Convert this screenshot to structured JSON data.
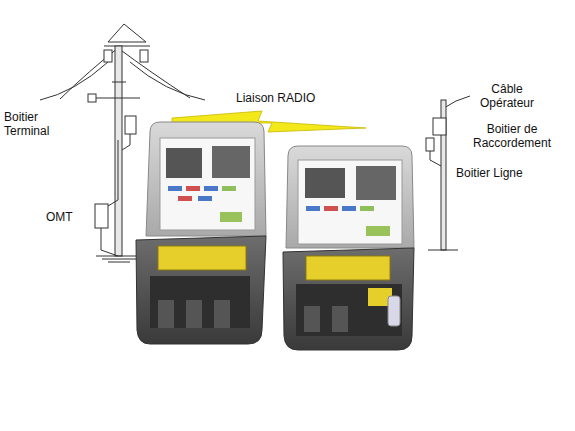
{
  "diagram": {
    "labels": [
      "Boitier Terminal",
      "OMT",
      "Liaison RADIO",
      "Câble Opérateur",
      "Boitier de Raccordement",
      "Boitier Ligne"
    ]
  }
}
